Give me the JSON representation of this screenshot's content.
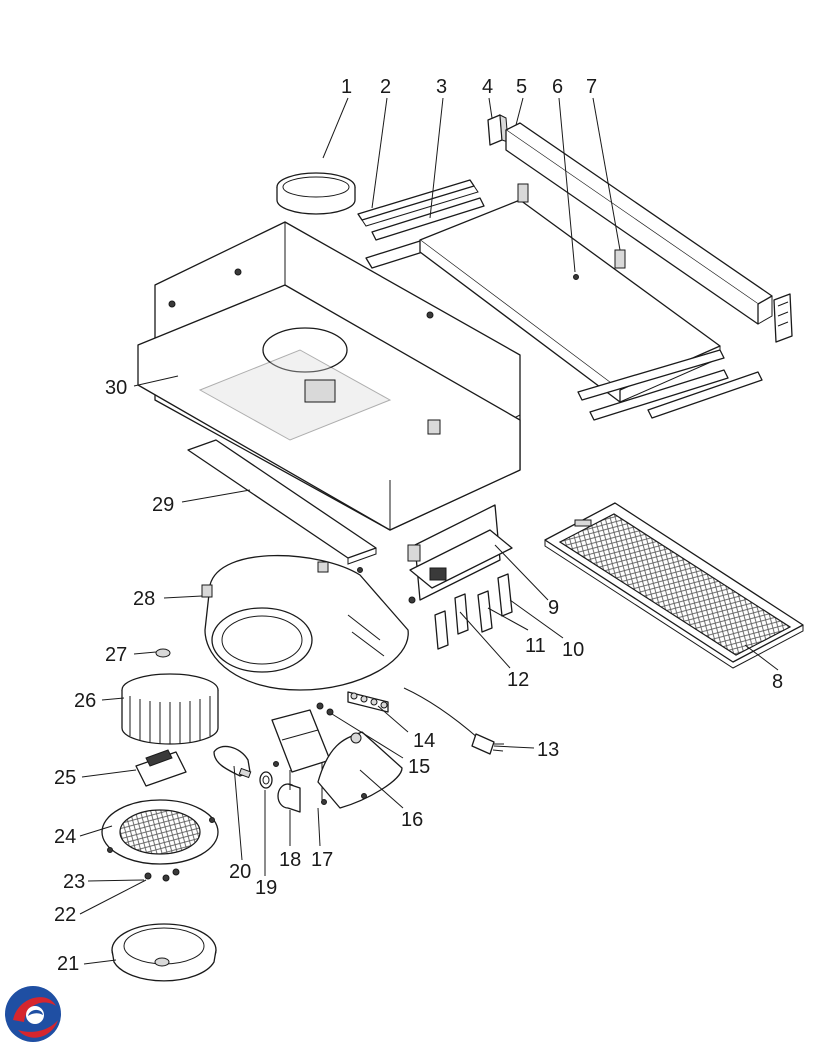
{
  "diagram": {
    "labels": [
      {
        "id": "1",
        "text": "1"
      },
      {
        "id": "2",
        "text": "2"
      },
      {
        "id": "3",
        "text": "3"
      },
      {
        "id": "4",
        "text": "4"
      },
      {
        "id": "5",
        "text": "5"
      },
      {
        "id": "6",
        "text": "6"
      },
      {
        "id": "7",
        "text": "7"
      },
      {
        "id": "8",
        "text": "8"
      },
      {
        "id": "9",
        "text": "9"
      },
      {
        "id": "10",
        "text": "10"
      },
      {
        "id": "11",
        "text": "11"
      },
      {
        "id": "12",
        "text": "12"
      },
      {
        "id": "13",
        "text": "13"
      },
      {
        "id": "14",
        "text": "14"
      },
      {
        "id": "15",
        "text": "15"
      },
      {
        "id": "16",
        "text": "16"
      },
      {
        "id": "17",
        "text": "17"
      },
      {
        "id": "18",
        "text": "18"
      },
      {
        "id": "19",
        "text": "19"
      },
      {
        "id": "20",
        "text": "20"
      },
      {
        "id": "21",
        "text": "21"
      },
      {
        "id": "22",
        "text": "22"
      },
      {
        "id": "23",
        "text": "23"
      },
      {
        "id": "24",
        "text": "24"
      },
      {
        "id": "25",
        "text": "25"
      },
      {
        "id": "26",
        "text": "26"
      },
      {
        "id": "27",
        "text": "27"
      },
      {
        "id": "28",
        "text": "28"
      },
      {
        "id": "29",
        "text": "29"
      },
      {
        "id": "30",
        "text": "30"
      }
    ]
  },
  "brand": {
    "logo_icon": "circular-swirl-logo-icon",
    "colors": {
      "blue": "#1f4fa3",
      "red": "#d6262e"
    }
  },
  "colors": {
    "line": "#1a1a1a",
    "background": "#ffffff"
  }
}
